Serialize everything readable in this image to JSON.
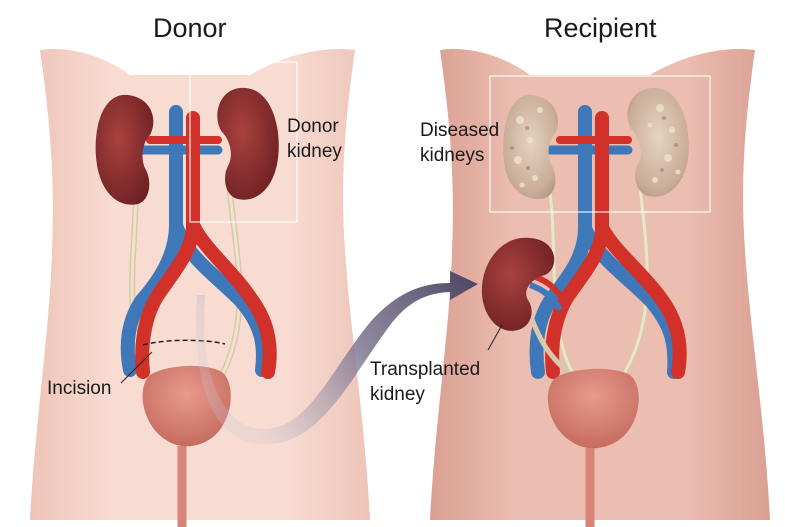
{
  "panels": {
    "donor": {
      "title": "Donor",
      "labels": {
        "kidney_line1": "Donor",
        "kidney_line2": "kidney",
        "incision": "Incision"
      }
    },
    "recipient": {
      "title": "Recipient",
      "labels": {
        "diseased_line1": "Diseased",
        "diseased_line2": "kidneys",
        "transplanted_line1": "Transplanted",
        "transplanted_line2": "kidney"
      }
    }
  },
  "colors": {
    "donor_skin": "#f6d6cc",
    "recipient_skin": "#e7b5a9",
    "kidney_healthy": "#8a2b2c",
    "kidney_diseased": "#cdb7a3",
    "artery": "#d2312a",
    "vein": "#3f78b8",
    "ureter": "#e9dcc4",
    "bladder": "#d98478",
    "arrow": "#5d5775"
  },
  "icons": {
    "transfer_arrow": "curved-arrow-icon"
  }
}
